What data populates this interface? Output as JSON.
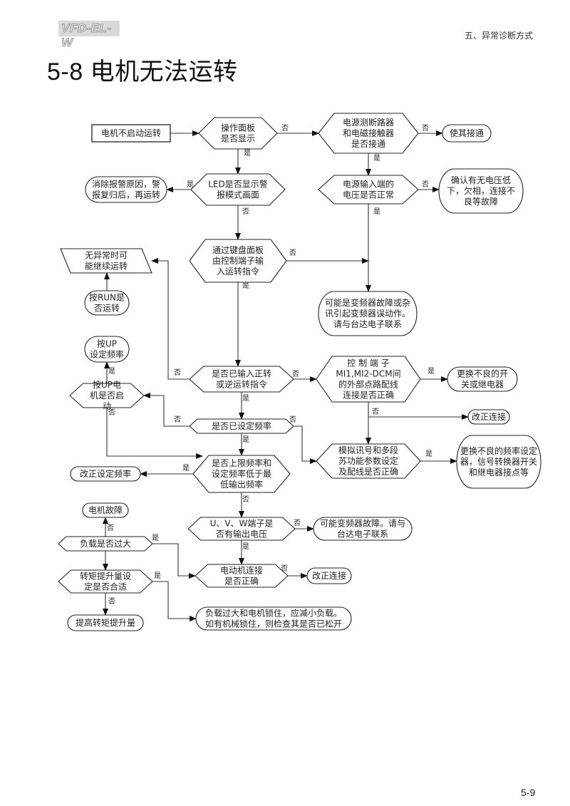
{
  "header": {
    "model_badge": "VFD-EL-W",
    "section": "五、异常诊断方式",
    "title": "5-8  电机无法运转"
  },
  "footer": {
    "page_number": "5-9"
  },
  "flowchart": {
    "nodes": [
      {
        "id": "start",
        "type": "process",
        "lines": [
          "电机不启动运转"
        ]
      },
      {
        "id": "d_panel",
        "type": "decision",
        "lines": [
          "操作面板",
          "是否显示"
        ]
      },
      {
        "id": "d_breaker",
        "type": "decision",
        "lines": [
          "电源测断路器",
          "和电磁接触器",
          "是否接通"
        ]
      },
      {
        "id": "t_connect",
        "type": "terminal",
        "lines": [
          "使其接通"
        ]
      },
      {
        "id": "d_led",
        "type": "decision",
        "lines": [
          "LED是否显示警",
          "报模式画面"
        ]
      },
      {
        "id": "t_clear_alarm",
        "type": "terminal",
        "lines": [
          "消除报警原因，警",
          "报复归后，再运转"
        ]
      },
      {
        "id": "d_voltage",
        "type": "decision",
        "lines": [
          "电源输入端的",
          "电压是否正常"
        ]
      },
      {
        "id": "t_check_voltage",
        "type": "terminal",
        "lines": [
          "确认有无电压低",
          "下，欠相，连接不",
          "良等故障"
        ]
      },
      {
        "id": "d_run_cmd",
        "type": "decision",
        "lines": [
          "通过键盘面板",
          "由控制端子输",
          "入运转指令"
        ]
      },
      {
        "id": "io_continue",
        "type": "io",
        "lines": [
          "无异常时可",
          "能继续运转"
        ]
      },
      {
        "id": "t_press_run",
        "type": "terminal",
        "lines": [
          "按RUN是",
          "否运转"
        ]
      },
      {
        "id": "t_noise",
        "type": "terminal",
        "lines": [
          "可能是变频器故障或杂",
          "讯引起变频器误动作。",
          "请与台达电子联系"
        ]
      },
      {
        "id": "t_press_up",
        "type": "terminal",
        "lines": [
          "按UP",
          "设定频率"
        ]
      },
      {
        "id": "d_fwd_rev",
        "type": "decision",
        "lines": [
          "是否已输入正转",
          "或逆运转指令"
        ]
      },
      {
        "id": "d_mi",
        "type": "decision",
        "lines": [
          "控 制 端 子",
          "MI1,MI2-DCM间",
          "的外部点路配线",
          "连接是否正确"
        ]
      },
      {
        "id": "t_replace_switch",
        "type": "terminal",
        "lines": [
          "更换不良的开",
          "关或继电器"
        ]
      },
      {
        "id": "d_up_start",
        "type": "decision",
        "lines": [
          "按UP电",
          "机是否启",
          "动"
        ]
      },
      {
        "id": "d_freq_set",
        "type": "decision",
        "lines": [
          "是否已设定频率"
        ]
      },
      {
        "id": "t_fix_conn1",
        "type": "terminal",
        "lines": [
          "改正连接"
        ]
      },
      {
        "id": "d_analog",
        "type": "decision",
        "lines": [
          "模拟讯号和多段",
          "苏功能参数设定",
          "及配线是否正确"
        ]
      },
      {
        "id": "t_replace_freq",
        "type": "terminal",
        "lines": [
          "更换不良的频率设定",
          "器，信号转换器开关",
          "和继电器接点等"
        ]
      },
      {
        "id": "d_upper_limit",
        "type": "decision",
        "lines": [
          "是否上限频率和",
          "设定频率低于最",
          "低输出频率"
        ]
      },
      {
        "id": "t_fix_freq",
        "type": "terminal",
        "lines": [
          "改正设定频率"
        ]
      },
      {
        "id": "t_motor_fault",
        "type": "terminal",
        "lines": [
          "电机故障"
        ]
      },
      {
        "id": "d_uvw",
        "type": "decision",
        "lines": [
          "U、V、W端子是",
          "否有输出电压"
        ]
      },
      {
        "id": "t_inverter_fault",
        "type": "terminal",
        "lines": [
          "可能变频器故障。请与",
          "台达电子联系"
        ]
      },
      {
        "id": "d_overload",
        "type": "decision",
        "lines": [
          "负载是否过大"
        ]
      },
      {
        "id": "d_motor_conn",
        "type": "decision",
        "lines": [
          "电动机连接",
          "是否正确"
        ]
      },
      {
        "id": "t_fix_conn2",
        "type": "terminal",
        "lines": [
          "改正连接"
        ]
      },
      {
        "id": "d_torque",
        "type": "decision",
        "lines": [
          "转矩提升量设",
          "定是否合适"
        ]
      },
      {
        "id": "t_raise_torque",
        "type": "terminal",
        "lines": [
          "提高转矩提升量"
        ]
      },
      {
        "id": "t_reduce_load",
        "type": "terminal",
        "lines": [
          "负载过大和电机锁住，应减小负载。",
          "如有机械锁住，则检查其是否已松开"
        ]
      }
    ],
    "edges": [
      {
        "from": "start",
        "to": "d_panel",
        "label": ""
      },
      {
        "from": "d_panel",
        "to": "d_breaker",
        "label": "否"
      },
      {
        "from": "d_panel",
        "to": "d_led",
        "label": "是"
      },
      {
        "from": "d_breaker",
        "to": "t_connect",
        "label": "否"
      },
      {
        "from": "d_breaker",
        "to": "d_voltage",
        "label": "是"
      },
      {
        "from": "d_led",
        "to": "t_clear_alarm",
        "label": "是"
      },
      {
        "from": "d_led",
        "to": "d_run_cmd",
        "label": "否"
      },
      {
        "from": "d_voltage",
        "to": "t_check_voltage",
        "label": "否"
      },
      {
        "from": "d_voltage",
        "to": "t_noise",
        "label": "是"
      },
      {
        "from": "d_run_cmd",
        "to": "t_noise",
        "label": "否"
      },
      {
        "from": "d_run_cmd",
        "to": "d_fwd_rev",
        "label": "是"
      },
      {
        "from": "t_press_run",
        "to": "io_continue",
        "label": ""
      },
      {
        "from": "d_fwd_rev",
        "to": "io_continue",
        "label": "否"
      },
      {
        "from": "d_fwd_rev",
        "to": "d_mi",
        "label": "否"
      },
      {
        "from": "d_fwd_rev",
        "to": "d_freq_set",
        "label": "是"
      },
      {
        "from": "d_mi",
        "to": "t_replace_switch",
        "label": "是"
      },
      {
        "from": "d_mi",
        "to": "t_fix_conn1",
        "label": "否"
      },
      {
        "from": "d_mi",
        "to": "d_analog",
        "label": ""
      },
      {
        "from": "d_up_start",
        "to": "t_press_up",
        "label": "是"
      },
      {
        "from": "d_up_start",
        "to": "d_upper_limit",
        "label": "否"
      },
      {
        "from": "d_freq_set",
        "to": "d_up_start",
        "label": "否"
      },
      {
        "from": "d_freq_set",
        "to": "d_analog",
        "label": "否"
      },
      {
        "from": "d_freq_set",
        "to": "d_upper_limit",
        "label": "是"
      },
      {
        "from": "d_analog",
        "to": "t_replace_freq",
        "label": "是"
      },
      {
        "from": "d_upper_limit",
        "to": "t_fix_freq",
        "label": "是"
      },
      {
        "from": "d_upper_limit",
        "to": "d_uvw",
        "label": "否"
      },
      {
        "from": "d_uvw",
        "to": "t_inverter_fault",
        "label": "否"
      },
      {
        "from": "d_uvw",
        "to": "d_motor_conn",
        "label": "是"
      },
      {
        "from": "d_overload",
        "to": "t_motor_fault",
        "label": "否"
      },
      {
        "from": "d_overload",
        "to": "d_motor_conn",
        "label": "是"
      },
      {
        "from": "d_overload",
        "to": "d_torque",
        "label": ""
      },
      {
        "from": "d_motor_conn",
        "to": "t_fix_conn2",
        "label": "否"
      },
      {
        "from": "d_torque",
        "to": "t_raise_torque",
        "label": "否"
      },
      {
        "from": "d_torque",
        "to": "t_reduce_load",
        "label": "是"
      }
    ]
  }
}
